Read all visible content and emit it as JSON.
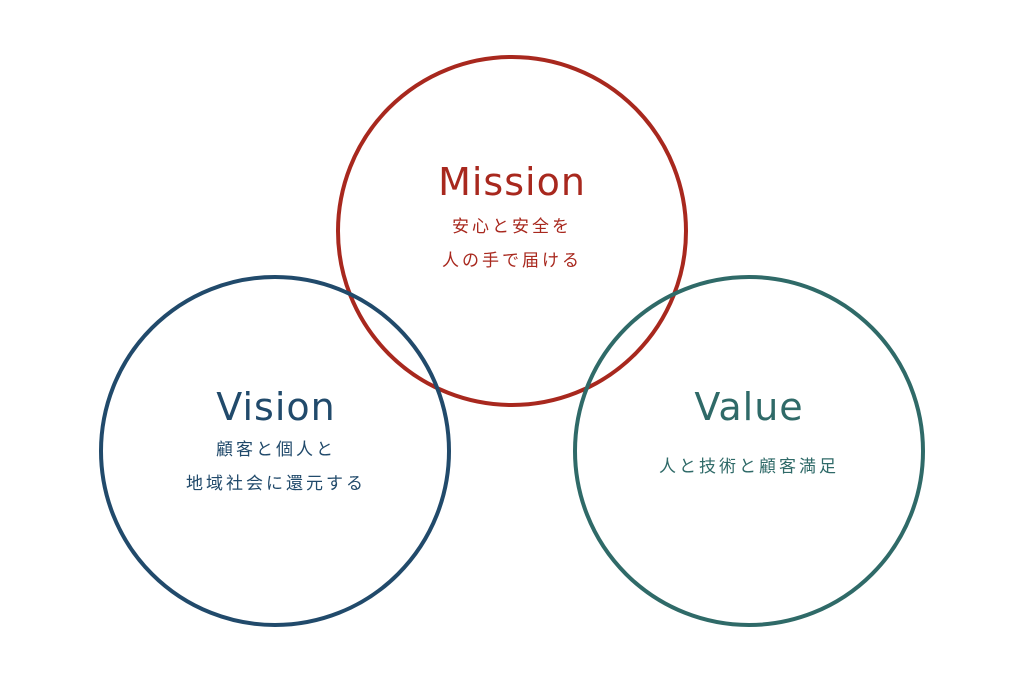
{
  "colors": {
    "mission": "#a8281e",
    "vision": "#214a6b",
    "value": "#2f6a68",
    "background": "#ffffff"
  },
  "mission": {
    "title": "Mission",
    "lines": [
      "安心と安全を",
      "人の手で届ける"
    ]
  },
  "vision": {
    "title": "Vision",
    "lines": [
      "顧客と個人と",
      "地域社会に還元する"
    ]
  },
  "value": {
    "title": "Value",
    "lines": [
      "人と技術と顧客満足"
    ]
  }
}
